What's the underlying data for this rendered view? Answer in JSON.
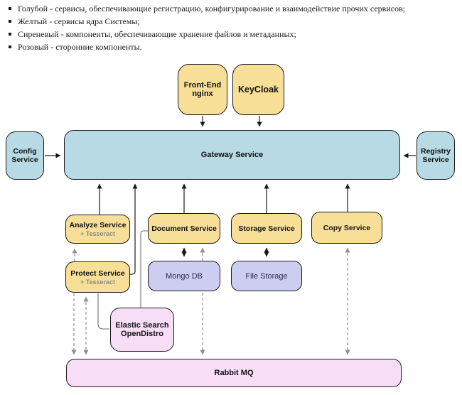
{
  "legend": {
    "items": [
      {
        "text": "Голубой - сервисы, обеспечивающие регистрацию, конфигурирование и взаимодействие прочих сервисов;"
      },
      {
        "text": "Желтый - сервисы ядра Системы;"
      },
      {
        "text": "Сиреневый - компоненты, обеспечивающие хранение файлов и метаданных;"
      },
      {
        "text": "Розовый - сторонние компоненты."
      }
    ]
  },
  "diagram": {
    "nodes": {
      "front_end": {
        "label": "Front-End nginx",
        "color": "#f8df98"
      },
      "keycloak": {
        "label": "KeyCloak",
        "color": "#f8df98"
      },
      "config": {
        "label": "Config Service",
        "color": "#b8dae4"
      },
      "gateway": {
        "label": "Gateway Service",
        "color": "#b8dae4"
      },
      "registry": {
        "label": "Registry Service",
        "color": "#b8dae4"
      },
      "analyze": {
        "label": "Analyze Service",
        "sublabel": "+ Tesseract",
        "color": "#f8df98"
      },
      "document": {
        "label": "Document Service",
        "color": "#f8df98"
      },
      "storage": {
        "label": "Storage Service",
        "color": "#f8df98"
      },
      "copy": {
        "label": "Copy Service",
        "color": "#f8df98"
      },
      "protect": {
        "label": "Protect Service",
        "sublabel": "+ Tesseract",
        "color": "#f8df98"
      },
      "mongo": {
        "label": "Mongo DB",
        "color": "#cdcdf2"
      },
      "file_storage": {
        "label": "File Storage",
        "color": "#cdcdf2"
      },
      "elastic": {
        "label": "Elastic Search OpenDistro",
        "color": "#f8ddf6"
      },
      "rabbit": {
        "label": "Rabbit MQ",
        "color": "#f8ddf6"
      }
    },
    "edges": [
      {
        "from": "front_end",
        "to": "gateway",
        "style": "solid-arrow"
      },
      {
        "from": "keycloak",
        "to": "gateway",
        "style": "solid-arrow"
      },
      {
        "from": "config",
        "to": "gateway",
        "style": "solid-arrow"
      },
      {
        "from": "registry",
        "to": "gateway",
        "style": "solid-arrow"
      },
      {
        "from": "analyze",
        "to": "gateway",
        "style": "solid-arrow"
      },
      {
        "from": "protect",
        "to": "gateway",
        "style": "solid-arrow"
      },
      {
        "from": "document",
        "to": "gateway",
        "style": "solid-arrow"
      },
      {
        "from": "storage",
        "to": "gateway",
        "style": "solid-arrow"
      },
      {
        "from": "copy",
        "to": "gateway",
        "style": "solid-arrow"
      },
      {
        "from": "document",
        "to": "mongo",
        "style": "solid-double-arrow"
      },
      {
        "from": "storage",
        "to": "file_storage",
        "style": "solid-double-arrow"
      },
      {
        "from": "protect",
        "to": "analyze",
        "style": "dashed-arrow"
      },
      {
        "from": "protect",
        "to": "rabbit",
        "style": "dashed-arrow"
      },
      {
        "from": "protect",
        "to": "rabbit",
        "style": "dashed-double-arrow"
      },
      {
        "from": "document",
        "to": "rabbit",
        "style": "dashed-double-arrow"
      },
      {
        "from": "copy",
        "to": "rabbit",
        "style": "dashed-double-arrow"
      },
      {
        "from": "document",
        "to": "elastic",
        "style": "solid-line"
      },
      {
        "from": "protect",
        "to": "elastic",
        "style": "solid-line"
      }
    ],
    "colors": {
      "blue": "#b8dae4",
      "yellow": "#f8df98",
      "lilac": "#cdcdf2",
      "pink": "#f8ddf6",
      "border": "#1a1a1a",
      "dashed_gray": "#909090"
    }
  }
}
